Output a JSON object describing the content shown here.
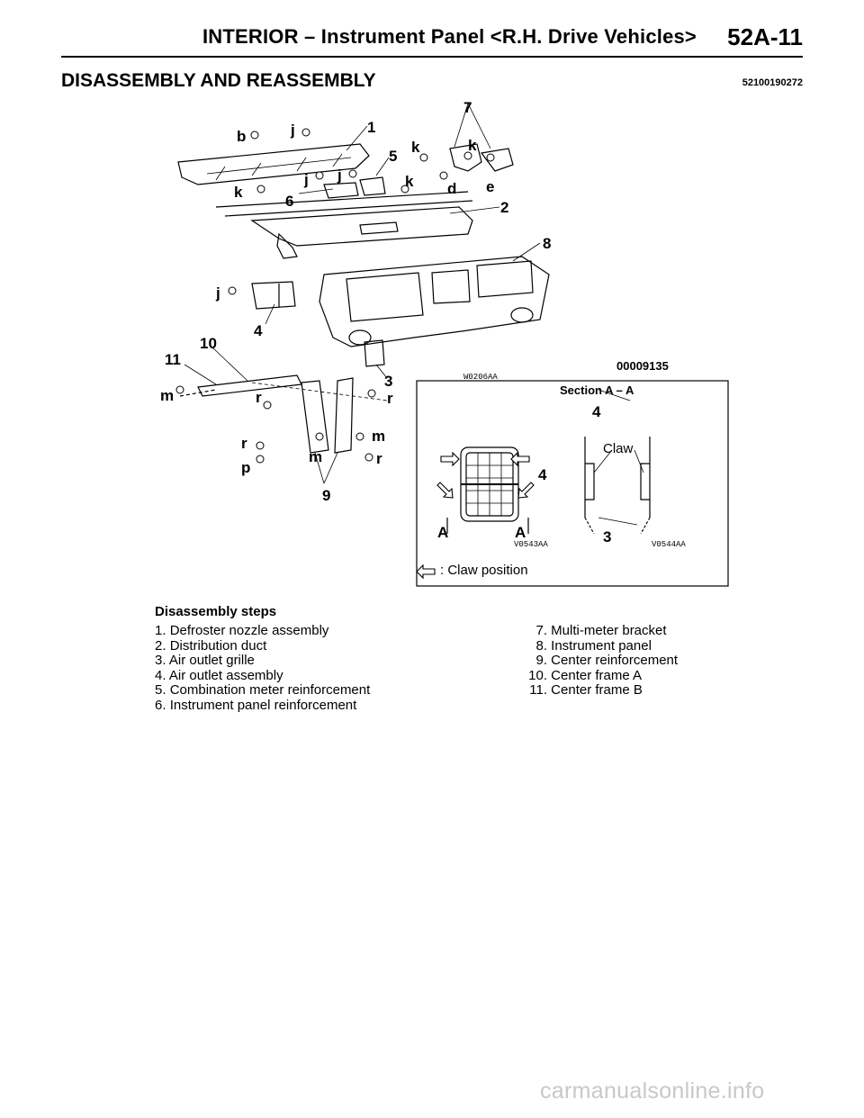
{
  "header": {
    "title": "INTERIOR – Instrument Panel <R.H. Drive Vehicles>",
    "page_number": "52A-11"
  },
  "section": {
    "title": "DISASSEMBLY AND REASSEMBLY",
    "code": "52100190272"
  },
  "figure": {
    "part_labels": [
      "1",
      "2",
      "3",
      "4",
      "5",
      "6",
      "7",
      "8",
      "9",
      "10",
      "11"
    ],
    "fastener_labels": [
      "b",
      "j",
      "j",
      "j",
      "j",
      "k",
      "k",
      "k",
      "k",
      "d",
      "e",
      "m",
      "m",
      "m",
      "r",
      "r",
      "r",
      "r",
      "p"
    ],
    "code_main": "W0206AA",
    "code_figure": "00009135",
    "inset": {
      "title": "Section A – A",
      "claw_label": "Claw",
      "label_4a": "4",
      "label_4b": "4",
      "label_3": "3",
      "label_a1": "A",
      "label_a2": "A",
      "code_left": "V0543AA",
      "code_right": "V0544AA",
      "legend": ": Claw position"
    }
  },
  "steps": {
    "title": "Disassembly steps",
    "left": [
      {
        "num": "1.",
        "label": "Defroster nozzle assembly"
      },
      {
        "num": "2.",
        "label": "Distribution duct"
      },
      {
        "num": "3.",
        "label": "Air outlet grille"
      },
      {
        "num": "4.",
        "label": "Air outlet assembly"
      },
      {
        "num": "5.",
        "label": "Combination meter reinforcement"
      },
      {
        "num": "6.",
        "label": "Instrument panel reinforcement"
      }
    ],
    "right": [
      {
        "num": "7.",
        "label": "Multi-meter bracket"
      },
      {
        "num": "8.",
        "label": "Instrument panel"
      },
      {
        "num": "9.",
        "label": "Center reinforcement"
      },
      {
        "num": "10.",
        "label": "Center frame A"
      },
      {
        "num": "11.",
        "label": "Center frame B"
      }
    ]
  },
  "watermark": "carmanualsonline.info"
}
